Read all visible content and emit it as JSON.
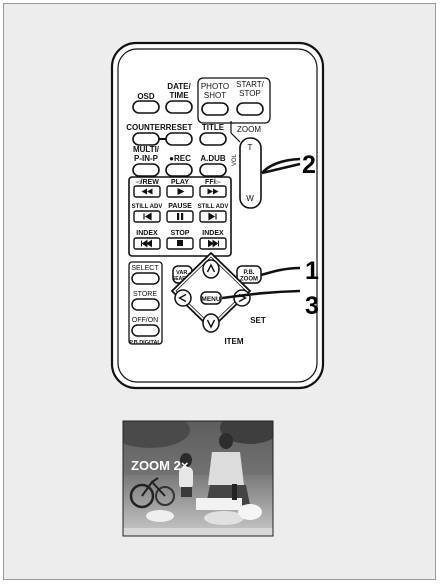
{
  "remote": {
    "osd": "OSD",
    "date_time_l1": "DATE/",
    "date_time_l2": "TIME",
    "photo_shot_l1": "PHOTO",
    "photo_shot_l2": "SHOT",
    "start_stop_l1": "START/",
    "start_stop_l2": "STOP",
    "zoom": "ZOOM",
    "counter": "COUNTER",
    "reset": "RESET",
    "title": "TITLE",
    "multi_l1": "MULTI/",
    "multi_l2": "P-IN-P",
    "rec": "●REC",
    "a_dub": "A.DUB",
    "vol": "VOL",
    "zoom_t": "T",
    "zoom_w": "W",
    "rew": "◅/REW",
    "play": "PLAY",
    "ff": "FF/▻",
    "still_adv_left": "STILL ADV",
    "pause": "PAUSE",
    "still_adv_right": "STILL ADV",
    "index_left": "INDEX",
    "stop": "STOP",
    "index_right": "INDEX",
    "pb_zoom_l1": "P.B.",
    "pb_zoom_l2": "ZOOM",
    "select": "SELECT",
    "store": "STORE",
    "off_on": "OFF/ON",
    "pb_digital": "P.B.DIGITAL",
    "var_search_l1": "VAR.",
    "var_search_l2": "SEARCH",
    "menu": "MENU",
    "set": "SET",
    "item": "ITEM"
  },
  "callouts": {
    "one": "1",
    "two": "2",
    "three": "3"
  },
  "photo": {
    "overlay": "ZOOM 2×"
  }
}
